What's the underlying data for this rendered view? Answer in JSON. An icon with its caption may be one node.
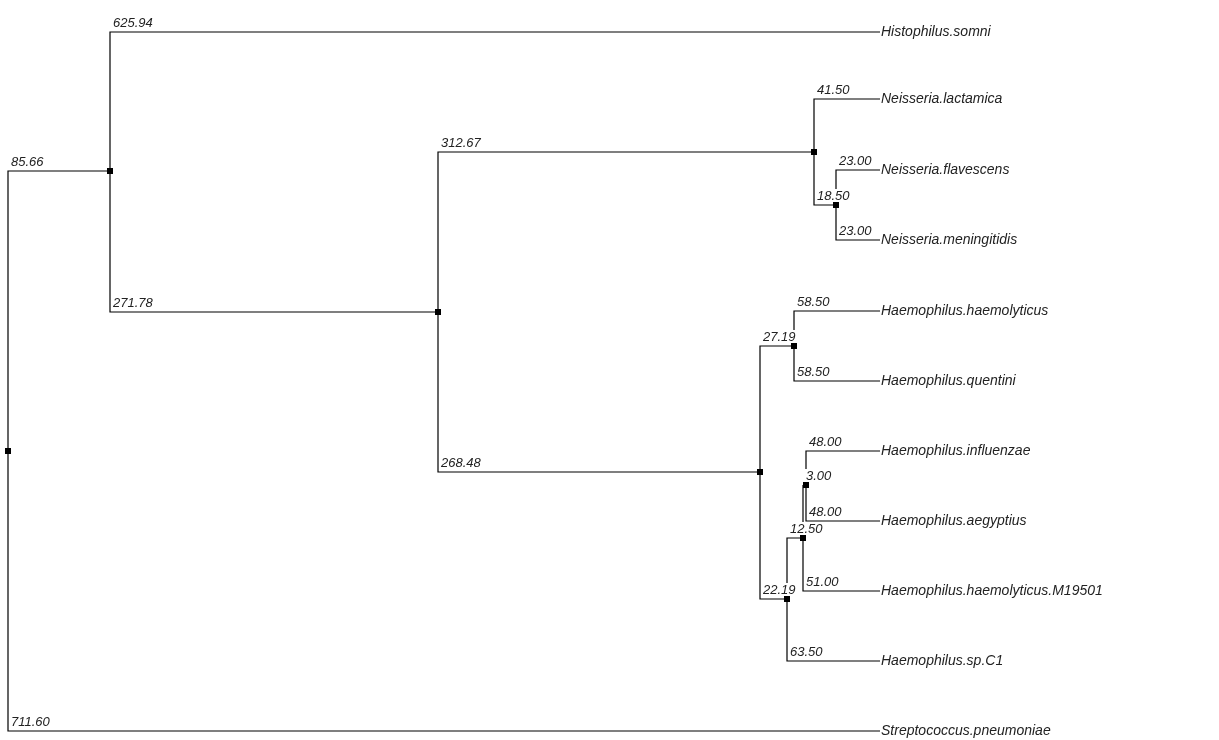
{
  "diagram": {
    "nodes": [
      {
        "text": [],
        "shape": "box"
      },
      {
        "text": [],
        "shape": "box"
      },
      {
        "text": [
          "Histophilus.somni"
        ]
      },
      {
        "text": [],
        "shape": "box"
      },
      {
        "text": [],
        "shape": "box"
      },
      {
        "text": [
          "Neisseria.lactamica"
        ]
      },
      {
        "text": [],
        "shape": "box"
      },
      {
        "text": [
          "Neisseria.flavescens"
        ]
      },
      {
        "text": [
          "Neisseria.meningitidis"
        ]
      },
      {
        "text": [],
        "shape": "box"
      },
      {
        "text": [],
        "shape": "box"
      },
      {
        "text": [
          "Haemophilus.haemolyticus"
        ]
      },
      {
        "text": [
          "Haemophilus.quentini"
        ]
      },
      {
        "text": [],
        "shape": "box"
      },
      {
        "text": [],
        "shape": "box"
      },
      {
        "text": [],
        "shape": "box"
      },
      {
        "text": [
          "Haemophilus.influenzae"
        ]
      },
      {
        "text": [
          "Haemophilus.aegyptius"
        ]
      },
      {
        "text": [
          "Haemophilus.haemolyticus.M19501"
        ]
      },
      {
        "text": [
          "Haemophilus.sp.C1"
        ]
      },
      {
        "text": [
          "Streptococcus.pneumoniae"
        ]
      }
    ],
    "edges": [
      {
        "from": 0,
        "to": 1,
        "arrow": "none",
        "label": "85.66"
      },
      {
        "from": 1,
        "to": 2,
        "arrow": "none",
        "label": "625.94"
      },
      {
        "from": 1,
        "to": 3,
        "arrow": "none",
        "label": "271.78"
      },
      {
        "from": 3,
        "to": 4,
        "arrow": "none",
        "label": "312.67"
      },
      {
        "from": 4,
        "to": 5,
        "arrow": "none",
        "label": "41.50"
      },
      {
        "from": 4,
        "to": 6,
        "arrow": "none",
        "label": "18.50"
      },
      {
        "from": 6,
        "to": 7,
        "arrow": "none",
        "label": "23.00"
      },
      {
        "from": 6,
        "to": 8,
        "arrow": "none",
        "label": "23.00"
      },
      {
        "from": 3,
        "to": 9,
        "arrow": "none",
        "label": "268.48"
      },
      {
        "from": 9,
        "to": 10,
        "arrow": "none",
        "label": "27.19"
      },
      {
        "from": 10,
        "to": 11,
        "arrow": "none",
        "label": "58.50"
      },
      {
        "from": 10,
        "to": 12,
        "arrow": "none",
        "label": "58.50"
      },
      {
        "from": 9,
        "to": 13,
        "arrow": "none",
        "label": "22.19"
      },
      {
        "from": 13,
        "to": 14,
        "arrow": "none",
        "label": "12.50"
      },
      {
        "from": 14,
        "to": 15,
        "arrow": "none",
        "label": "3.00"
      },
      {
        "from": 15,
        "to": 16,
        "arrow": "none",
        "label": "48.00"
      },
      {
        "from": 15,
        "to": 17,
        "arrow": "none",
        "label": "48.00"
      },
      {
        "from": 14,
        "to": 18,
        "arrow": "none",
        "label": "51.00"
      },
      {
        "from": 13,
        "to": 19,
        "arrow": "none",
        "label": "63.50"
      },
      {
        "from": 0,
        "to": 20,
        "arrow": "none",
        "label": "711.60"
      }
    ]
  }
}
